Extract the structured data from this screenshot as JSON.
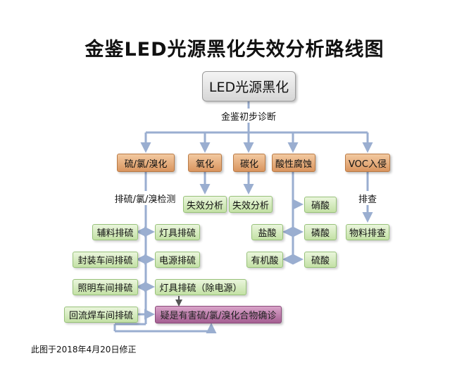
{
  "title": "金鉴LED光源黑化失效分析路线图",
  "root": "LED光源黑化",
  "first_step": "金鉴初步诊断",
  "categories": {
    "sulfur": "硫/氯/溴化",
    "oxidation": "氧化",
    "carbonization": "碳化",
    "acid": "酸性腐蚀",
    "voc": "VOC入侵"
  },
  "sulfur_branch": {
    "label": "排硫/氯/溴检测",
    "left": [
      "辅料排硫",
      "封装车间排硫",
      "照明车间排硫",
      "回流焊车间排硫"
    ],
    "right": [
      "灯具排硫",
      "电源排硫",
      "灯具排硫（除电源）"
    ],
    "final": "疑是有害硫/氯/溴化合物确诊"
  },
  "oxidation_branch": {
    "result": "失效分析"
  },
  "carbonization_branch": {
    "result": "失效分析"
  },
  "acid_branch": {
    "right": [
      "硝酸",
      "磷酸",
      "硫酸"
    ],
    "left": [
      "盐酸",
      "有机酸"
    ]
  },
  "voc_branch": {
    "label": "排查",
    "result": "物料排查"
  },
  "footnote": "此图于2018年4月20日修正",
  "colors": {
    "line": "#9aaed0",
    "category": "#e0a06a",
    "green": "#c9e4ad",
    "final": "#b06a9c",
    "dark_arrow": "#555555"
  }
}
